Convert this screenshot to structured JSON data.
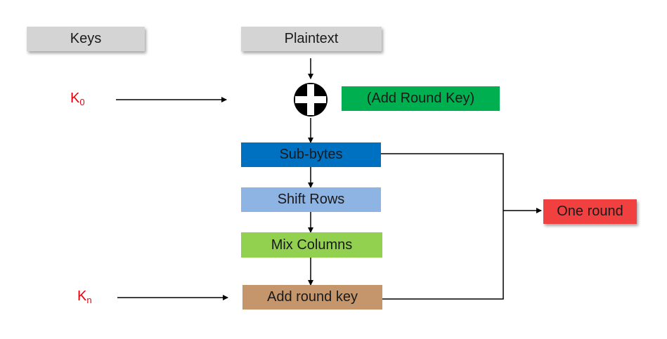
{
  "nodes": {
    "keys": "Keys",
    "plaintext": "Plaintext",
    "add_round_key_note": "(Add Round Key)",
    "sub_bytes": "Sub-bytes",
    "shift_rows": "Shift Rows",
    "mix_columns": "Mix Columns",
    "add_round_key": "Add round key",
    "one_round": "One round"
  },
  "keys": {
    "k0": {
      "letter": "K",
      "subscript": "0"
    },
    "kn": {
      "letter": "K",
      "subscript": "n"
    }
  },
  "colors": {
    "header_box": "#d4d4d4",
    "add_round_key_note": "#00b050",
    "sub_bytes": "#0070c0",
    "shift_rows": "#8eb4e3",
    "mix_columns": "#92d050",
    "add_round_key": "#c5956b",
    "one_round": "#f04040",
    "key_text": "#e8000b",
    "connector": "#000000"
  },
  "icons": {
    "xor": "xor-circle-plus-icon"
  }
}
